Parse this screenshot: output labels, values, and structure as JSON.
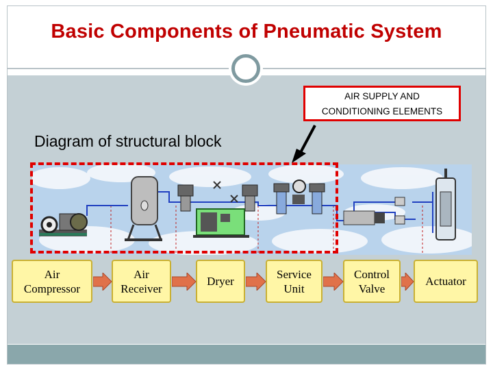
{
  "slide": {
    "title": "Basic Components of Pneumatic System",
    "callout": {
      "line1": "AIR SUPPLY AND",
      "line2": "CONDITIONING ELEMENTS"
    },
    "subtitle": "Diagram of structural block"
  },
  "blocks": [
    {
      "line1": "Air",
      "line2": "Compressor"
    },
    {
      "line1": "Air",
      "line2": "Receiver"
    },
    {
      "line1": "Dryer",
      "line2": ""
    },
    {
      "line1": "Service",
      "line2": "Unit"
    },
    {
      "line1": "Control",
      "line2": "Valve"
    },
    {
      "line1": "Actuator",
      "line2": ""
    }
  ],
  "colors": {
    "title": "#c00000",
    "highlight": "#e00000",
    "block_fill": "#fff6a6",
    "arrow_fill": "#e0714a",
    "content_bg": "#c4d0d5",
    "footer_bg": "#8aa7ab"
  }
}
